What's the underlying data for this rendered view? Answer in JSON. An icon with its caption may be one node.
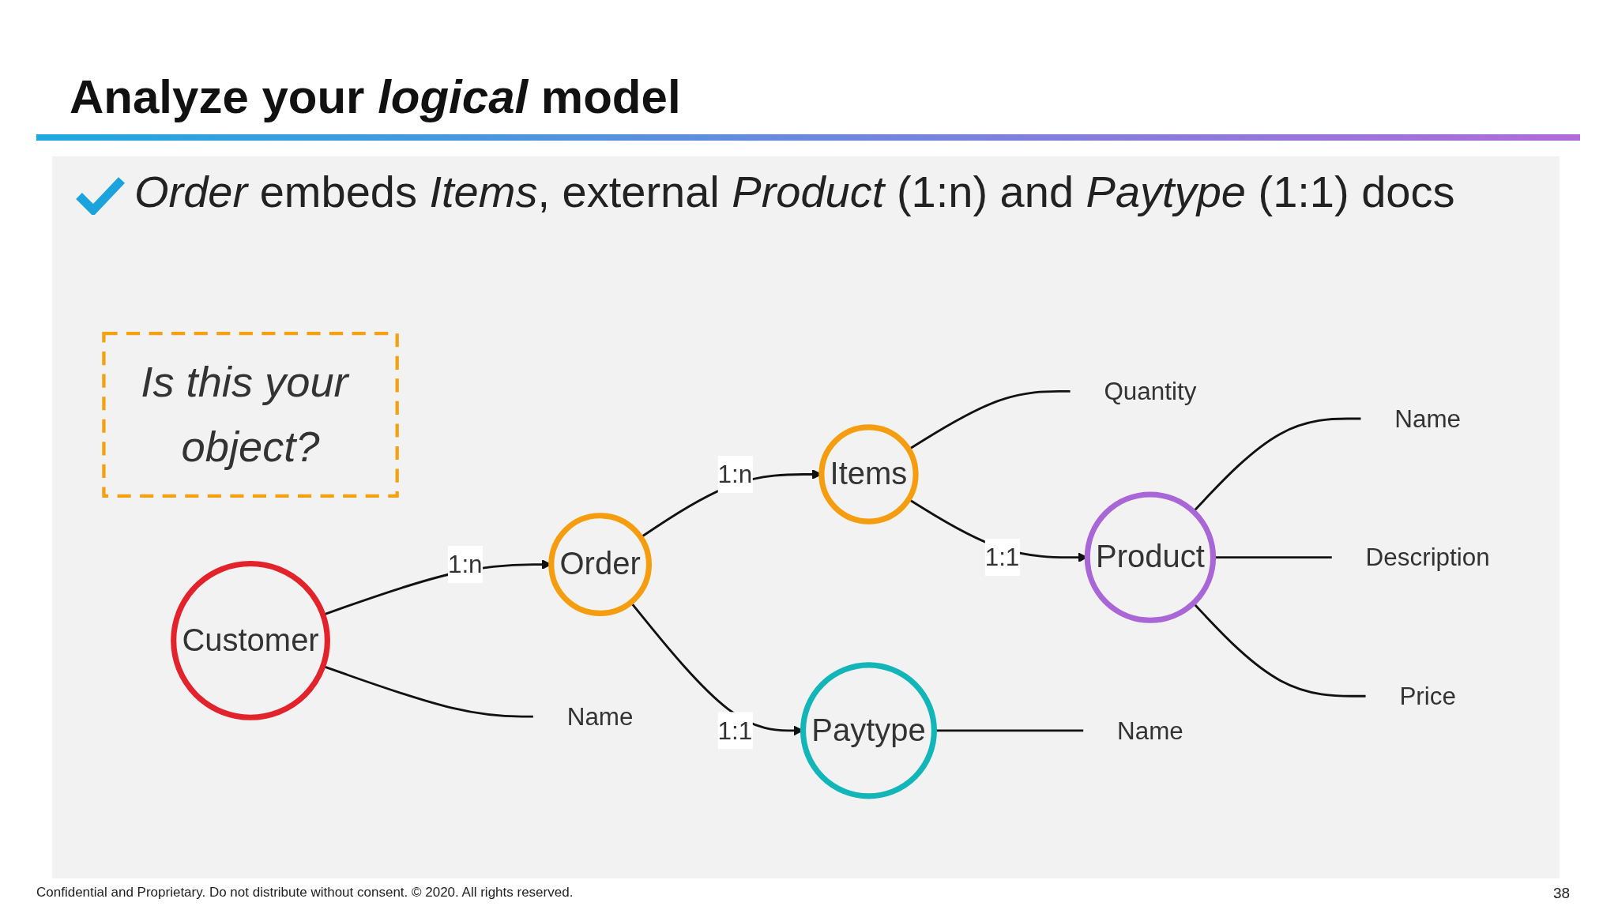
{
  "diagram": {
    "title": "Analyze your *logical* model",
    "nodes": [
      {
        "text": [
          "Is this your object?"
        ]
      },
      {
        "text": [
          "Quantity"
        ]
      },
      {
        "text": [
          "Name"
        ]
      },
      {
        "text": [
          "Customer"
        ]
      },
      {
        "text": [
          "Order"
        ]
      },
      {
        "text": [
          "Items"
        ]
      },
      {
        "text": [
          "Product"
        ]
      },
      {
        "text": [
          "Description"
        ]
      },
      {
        "text": [
          "Price"
        ]
      },
      {
        "text": [
          "Name"
        ]
      },
      {
        "text": [
          "Paytype"
        ]
      },
      {
        "text": [
          "Name"
        ]
      }
    ],
    "edges": [
      {
        "from": 3,
        "to": 4,
        "arrow": "to",
        "label": "1:n"
      },
      {
        "from": 4,
        "to": 5,
        "arrow": "to",
        "label": "1:n"
      },
      {
        "from": 5,
        "to": 6,
        "arrow": "to",
        "label": "1:1"
      },
      {
        "from": 4,
        "to": 10,
        "arrow": "to",
        "label": "1:1"
      },
      {
        "from": 3,
        "to": 9,
        "arrow": "none"
      },
      {
        "from": 5,
        "to": 1,
        "arrow": "none"
      },
      {
        "from": 6,
        "to": 2,
        "arrow": "none"
      },
      {
        "from": 6,
        "to": 7,
        "arrow": "none"
      },
      {
        "from": 6,
        "to": 8,
        "arrow": "none"
      },
      {
        "from": 10,
        "to": 11,
        "arrow": "none"
      }
    ],
    "labels": [
      "*Order* embeds *Items*, external *Product* (1:n) and *Paytype* (1:1) docs",
      "Confidential and Proprietary. Do not distribute without consent. © 2020. All rights reserved.",
      "38"
    ]
  }
}
